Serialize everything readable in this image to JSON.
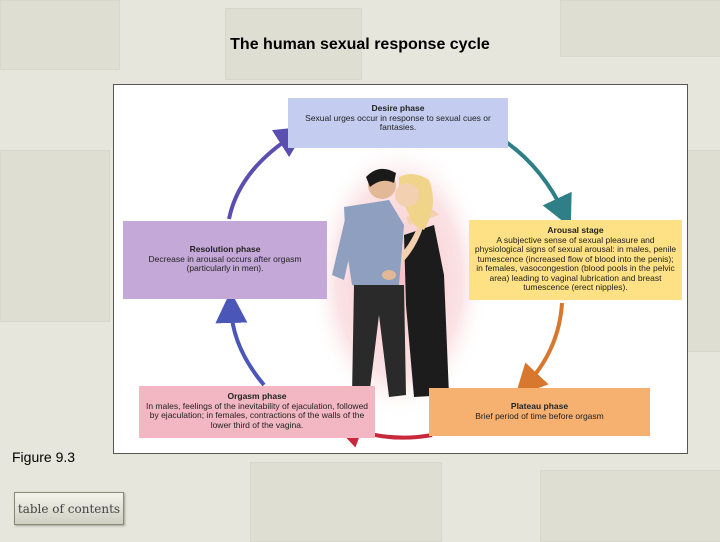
{
  "slide": {
    "title": "The human sexual response cycle",
    "caption": "Figure 9.3",
    "toc_label": "table of contents"
  },
  "phases": {
    "desire": {
      "title": "Desire phase",
      "description": "Sexual urges occur in response to sexual cues or fantasies."
    },
    "arousal": {
      "title": "Arousal stage",
      "description": "A subjective sense of sexual pleasure and physiological signs of sexual arousal: in males, penile tumescence (increased flow of blood into the penis); in females, vasocongestion (blood pools in the pelvic area) leading to vaginal lubrication and breast tumescence (erect nipples)."
    },
    "plateau": {
      "title": "Plateau phase",
      "description": "Brief period of time before orgasm"
    },
    "orgasm": {
      "title": "Orgasm phase",
      "description": "In males, feelings of the inevitability of ejaculation, followed by ejaculation; in females, contractions of the walls of the lower third of the vagina."
    },
    "resolution": {
      "title": "Resolution phase",
      "description": "Decrease in arousal occurs after orgasm (particularly in men)."
    }
  },
  "colors": {
    "desire": "#c4cdf0",
    "arousal": "#fde184",
    "plateau": "#f6b070",
    "orgasm": "#f2b7c2",
    "resolution": "#c4a8d8",
    "arrow_blue": "#4a56b8",
    "arrow_teal": "#2e7f86",
    "arrow_green": "#5b9a52",
    "arrow_orange": "#d8782e",
    "arrow_red": "#c8283c",
    "arrow_purple": "#7a3f96"
  }
}
